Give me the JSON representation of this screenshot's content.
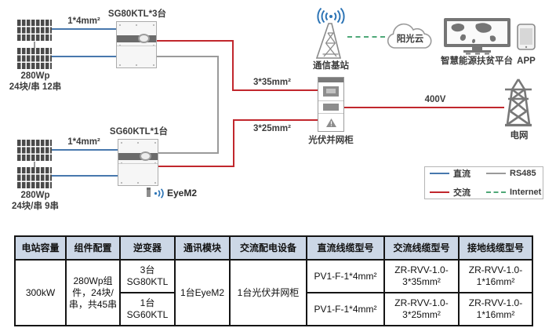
{
  "colors": {
    "dc_line": "#4878ad",
    "ac_line": "#c1272d",
    "rs485_line": "#9a9a9a",
    "internet_line": "#4fa878",
    "table_header_bg": "#ccd7e6",
    "wireless_blue": "#2e75b6"
  },
  "diagram": {
    "array1": {
      "power": "280Wp",
      "config": "24块/串 12串"
    },
    "array2": {
      "power": "280Wp",
      "config": "24块/串 9串"
    },
    "inverter1_label": "SG80KTL*3台",
    "inverter2_label": "SG60KTL*1台",
    "eyem2_label": "EyeM2",
    "dc_cable1": "1*4mm²",
    "dc_cable2": "1*4mm²",
    "ac_cable1": "3*35mm²",
    "ac_cable2": "3*25mm²",
    "voltage": "400V",
    "base_station": "通信基站",
    "cloud": "阳光云",
    "platform": "智慧能源扶贫平台",
    "app": "APP",
    "cabinet": "光伏并网柜",
    "grid": "电网",
    "legend": {
      "dc": "直流",
      "ac": "交流",
      "rs485": "RS485",
      "internet": "Internet"
    }
  },
  "table": {
    "headers": [
      "电站容量",
      "组件配置",
      "逆变器",
      "通讯模块",
      "交流配电设备",
      "直流线缆型号",
      "交流线缆型号",
      "接地线缆型号"
    ],
    "capacity": "300kW",
    "module_config": "280Wp组件，24块/串，共45串",
    "comm_module": "1台EyeM2",
    "ac_equipment": "1台光伏并网柜",
    "rows": [
      {
        "inverter": "3台 SG80KTL",
        "dc_cable": "PV1-F-1*4mm²",
        "ac_cable": "ZR-RVV-1.0-3*35mm²",
        "ground_cable": "ZR-RVV-1.0-1*16mm²"
      },
      {
        "inverter": "1台 SG60KTL",
        "dc_cable": "PV1-F-1*4mm²",
        "ac_cable": "ZR-RVV-1.0-3*25mm²",
        "ground_cable": "ZR-RVV-1.0-1*16mm²"
      }
    ]
  }
}
